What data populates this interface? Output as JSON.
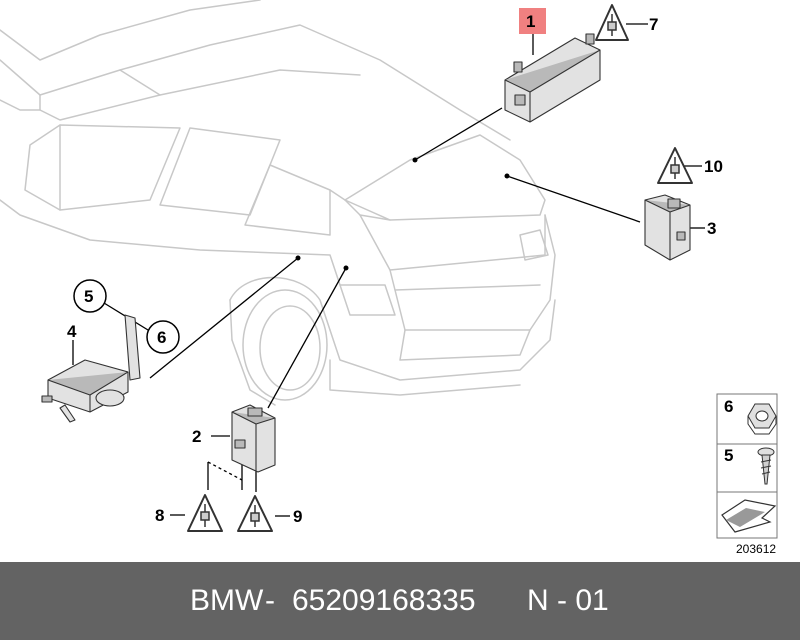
{
  "labels": {
    "p1": "1",
    "p2": "2",
    "p3": "3",
    "p4": "4",
    "p5": "5",
    "p6": "6",
    "p7": "7",
    "p8": "8",
    "p9": "9",
    "p10": "10",
    "side6": "6",
    "side5": "5"
  },
  "reference_number": "203612",
  "footer": {
    "brand": "BMW",
    "sep1": "-",
    "part_number": "65209168335",
    "variant": "N - 01"
  },
  "colors": {
    "highlight_label": "#f08080",
    "footer_background": "#636363",
    "footer_text": "#ffffff"
  },
  "icons": [
    "warning-plug-icon",
    "hex-nut-icon",
    "screw-icon",
    "arrow-box-icon"
  ]
}
